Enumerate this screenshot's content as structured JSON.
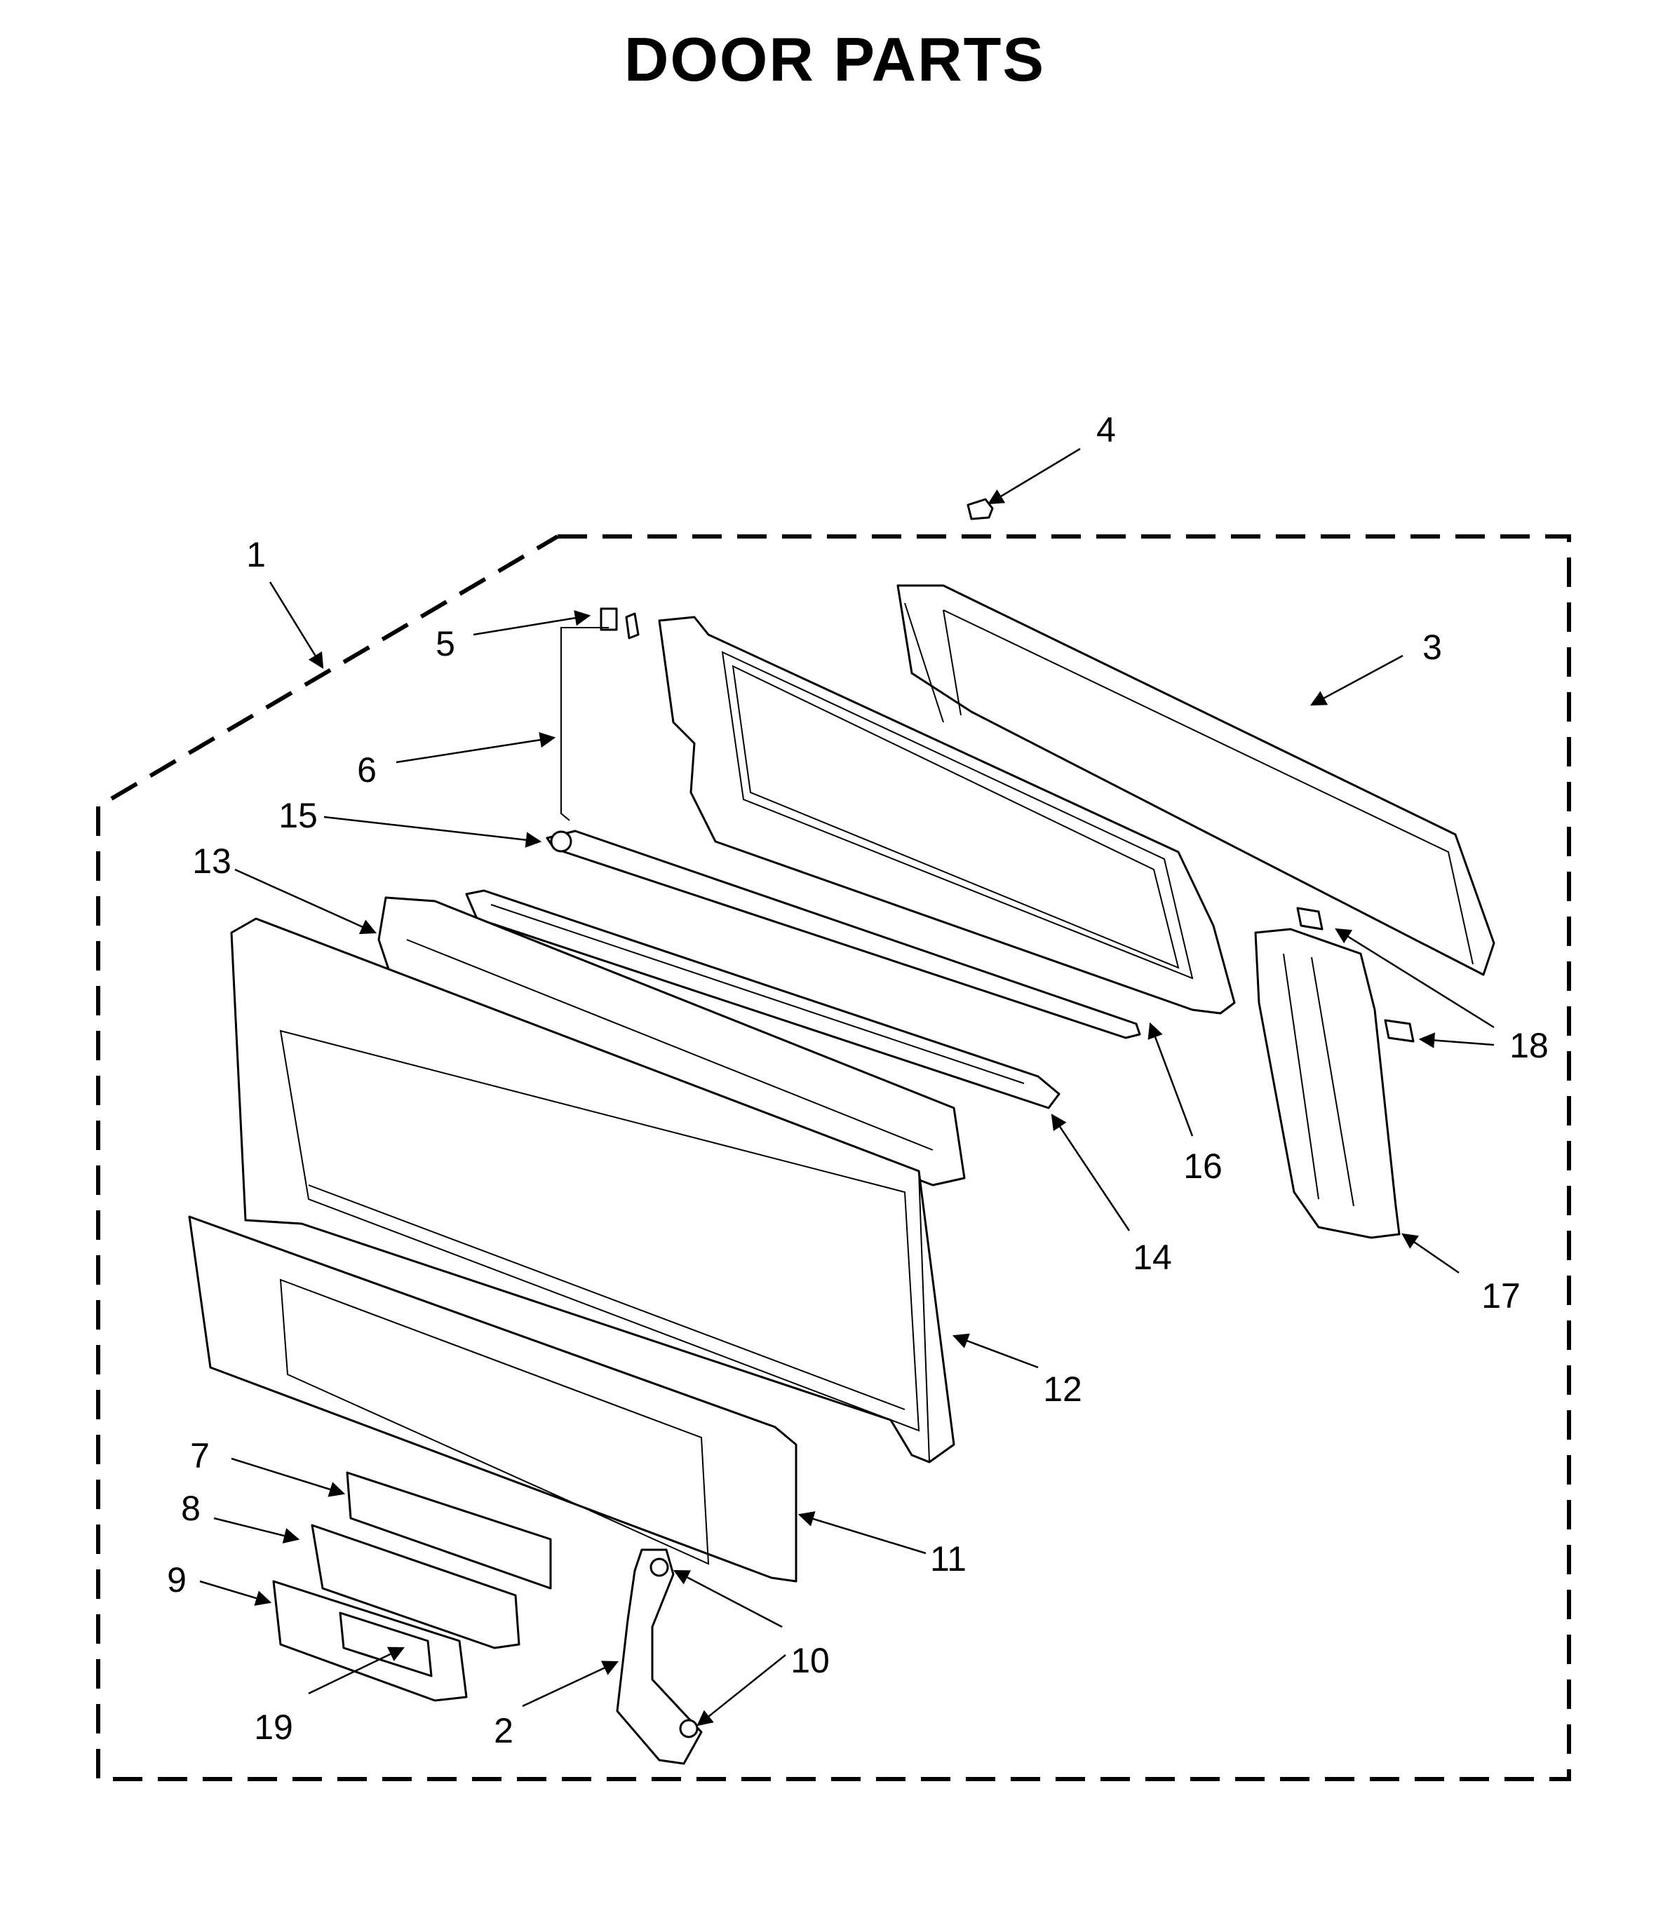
{
  "title": "DOOR PARTS",
  "callouts": [
    {
      "id": "1",
      "label": "1"
    },
    {
      "id": "2",
      "label": "2"
    },
    {
      "id": "3",
      "label": "3"
    },
    {
      "id": "4",
      "label": "4"
    },
    {
      "id": "5",
      "label": "5"
    },
    {
      "id": "6",
      "label": "6"
    },
    {
      "id": "7",
      "label": "7"
    },
    {
      "id": "8",
      "label": "8"
    },
    {
      "id": "9",
      "label": "9"
    },
    {
      "id": "10",
      "label": "10"
    },
    {
      "id": "11",
      "label": "11"
    },
    {
      "id": "12",
      "label": "12"
    },
    {
      "id": "13",
      "label": "13"
    },
    {
      "id": "14",
      "label": "14"
    },
    {
      "id": "15",
      "label": "15"
    },
    {
      "id": "16",
      "label": "16"
    },
    {
      "id": "17",
      "label": "17"
    },
    {
      "id": "18",
      "label": "18"
    },
    {
      "id": "19",
      "label": "19"
    }
  ]
}
